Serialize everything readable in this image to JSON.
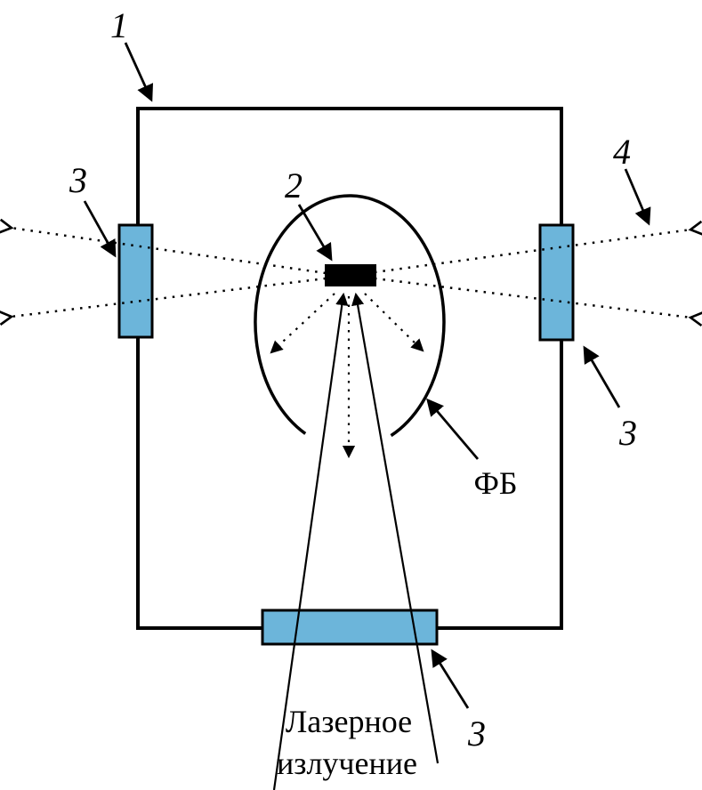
{
  "diagram": {
    "callouts": {
      "chamber": "1",
      "sample": "2",
      "window": "3",
      "output_beam": "4",
      "photodetector": "ФБ"
    },
    "laser_label": {
      "line1": "Лазерное",
      "line2": "излучение"
    },
    "colors": {
      "window_fill": "#6cb5da",
      "stroke": "#000000",
      "sample_fill": "#000000",
      "background": "#ffffff"
    }
  }
}
